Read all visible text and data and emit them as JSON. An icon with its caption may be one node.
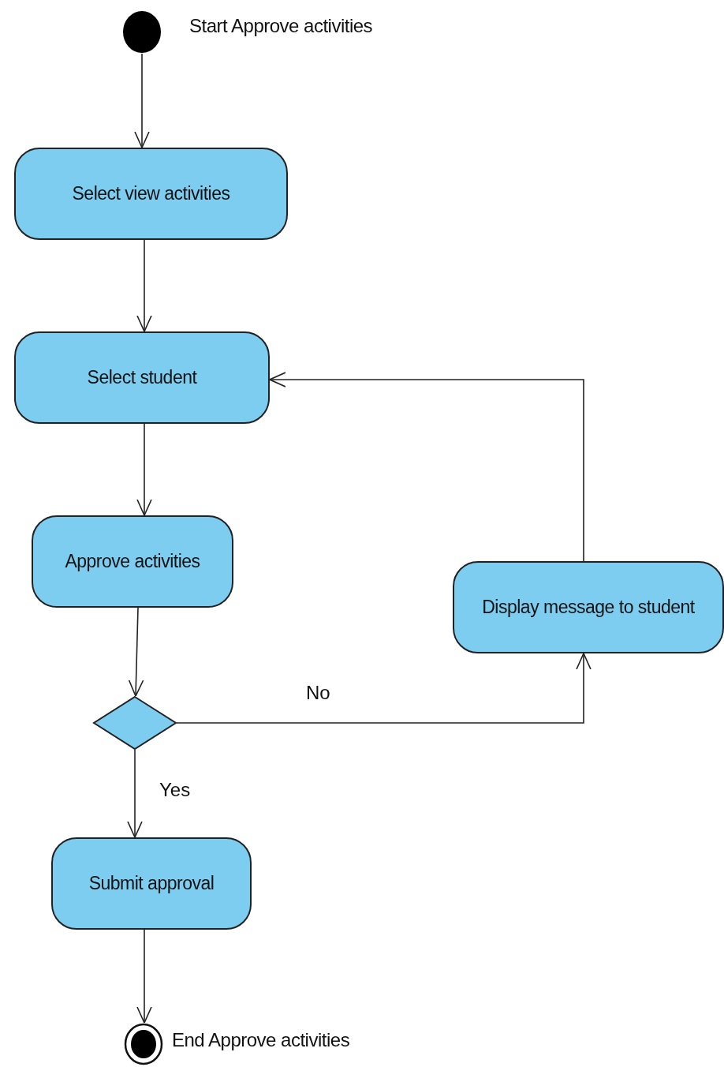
{
  "diagram": {
    "nodes": [
      {
        "text": [],
        "shape": "circle",
        "beside": [
          "Start Approve activities"
        ]
      },
      {
        "text": [
          "Select view activities"
        ]
      },
      {
        "text": [
          "Select student"
        ]
      },
      {
        "text": [
          "Approve activities"
        ]
      },
      {
        "text": [
          "Display message to student"
        ]
      },
      {
        "text": [],
        "shape": "diamond"
      },
      {
        "text": [
          "Submit approval"
        ]
      },
      {
        "text": [],
        "shape": "circle",
        "beside": [
          "End Approve activities"
        ]
      }
    ],
    "edges": [
      {
        "from": 0,
        "to": 1,
        "arrow": "to"
      },
      {
        "from": 1,
        "to": 2,
        "arrow": "to"
      },
      {
        "from": 2,
        "to": 3,
        "arrow": "to"
      },
      {
        "from": 3,
        "to": 5,
        "arrow": "to"
      },
      {
        "from": 5,
        "to": 4,
        "arrow": "to",
        "label": "No"
      },
      {
        "from": 4,
        "to": 2,
        "arrow": "to"
      },
      {
        "from": 5,
        "to": 6,
        "arrow": "to",
        "label": "Yes"
      },
      {
        "from": 6,
        "to": 7,
        "arrow": "to"
      }
    ]
  }
}
